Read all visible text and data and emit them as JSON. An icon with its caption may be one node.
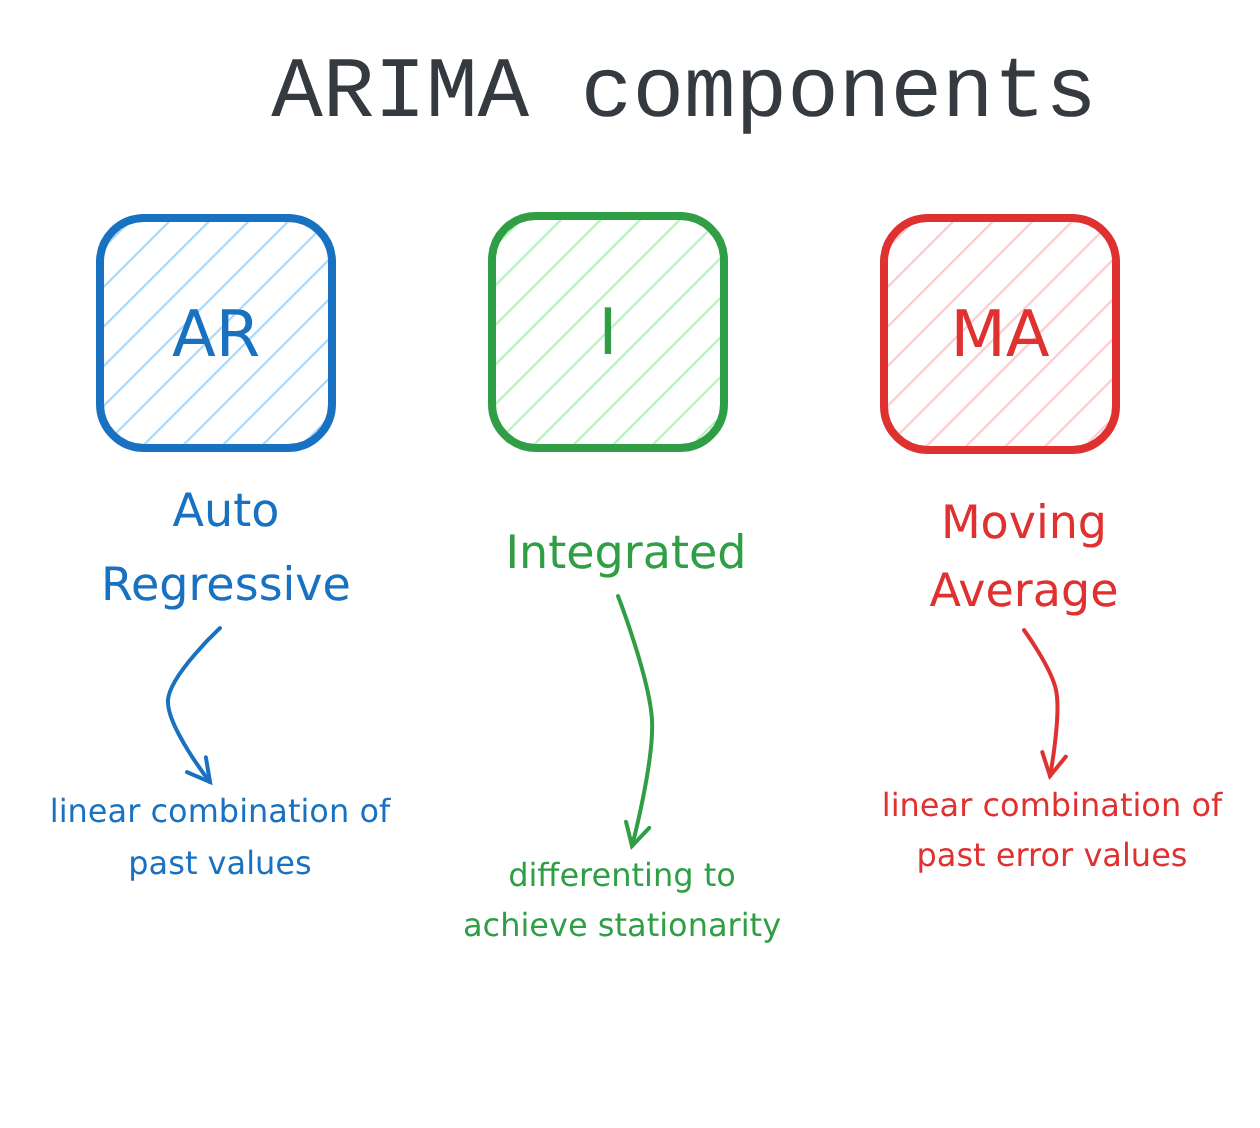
{
  "diagram": {
    "title": "ARIMA components",
    "nodes": [
      {
        "text": [
          "AR"
        ]
      },
      {
        "text": [
          "I"
        ]
      },
      {
        "text": [
          "MA"
        ]
      },
      {
        "text": [
          "Auto Regressive"
        ]
      },
      {
        "text": [
          "Integrated"
        ]
      },
      {
        "text": [
          "Moving Average"
        ]
      },
      {
        "text": [
          "linear combination of past values"
        ]
      },
      {
        "text": [
          "differenting to achieve stationarity"
        ]
      },
      {
        "text": [
          "linear combination of past error values"
        ]
      }
    ],
    "edges": [
      {
        "from": 3,
        "to": 6,
        "arrow": "to",
        "color": "#1971c2"
      },
      {
        "from": 4,
        "to": 7,
        "arrow": "to",
        "color": "#2f9e44"
      },
      {
        "from": 5,
        "to": 8,
        "arrow": "to",
        "color": "#e03131"
      }
    ]
  }
}
